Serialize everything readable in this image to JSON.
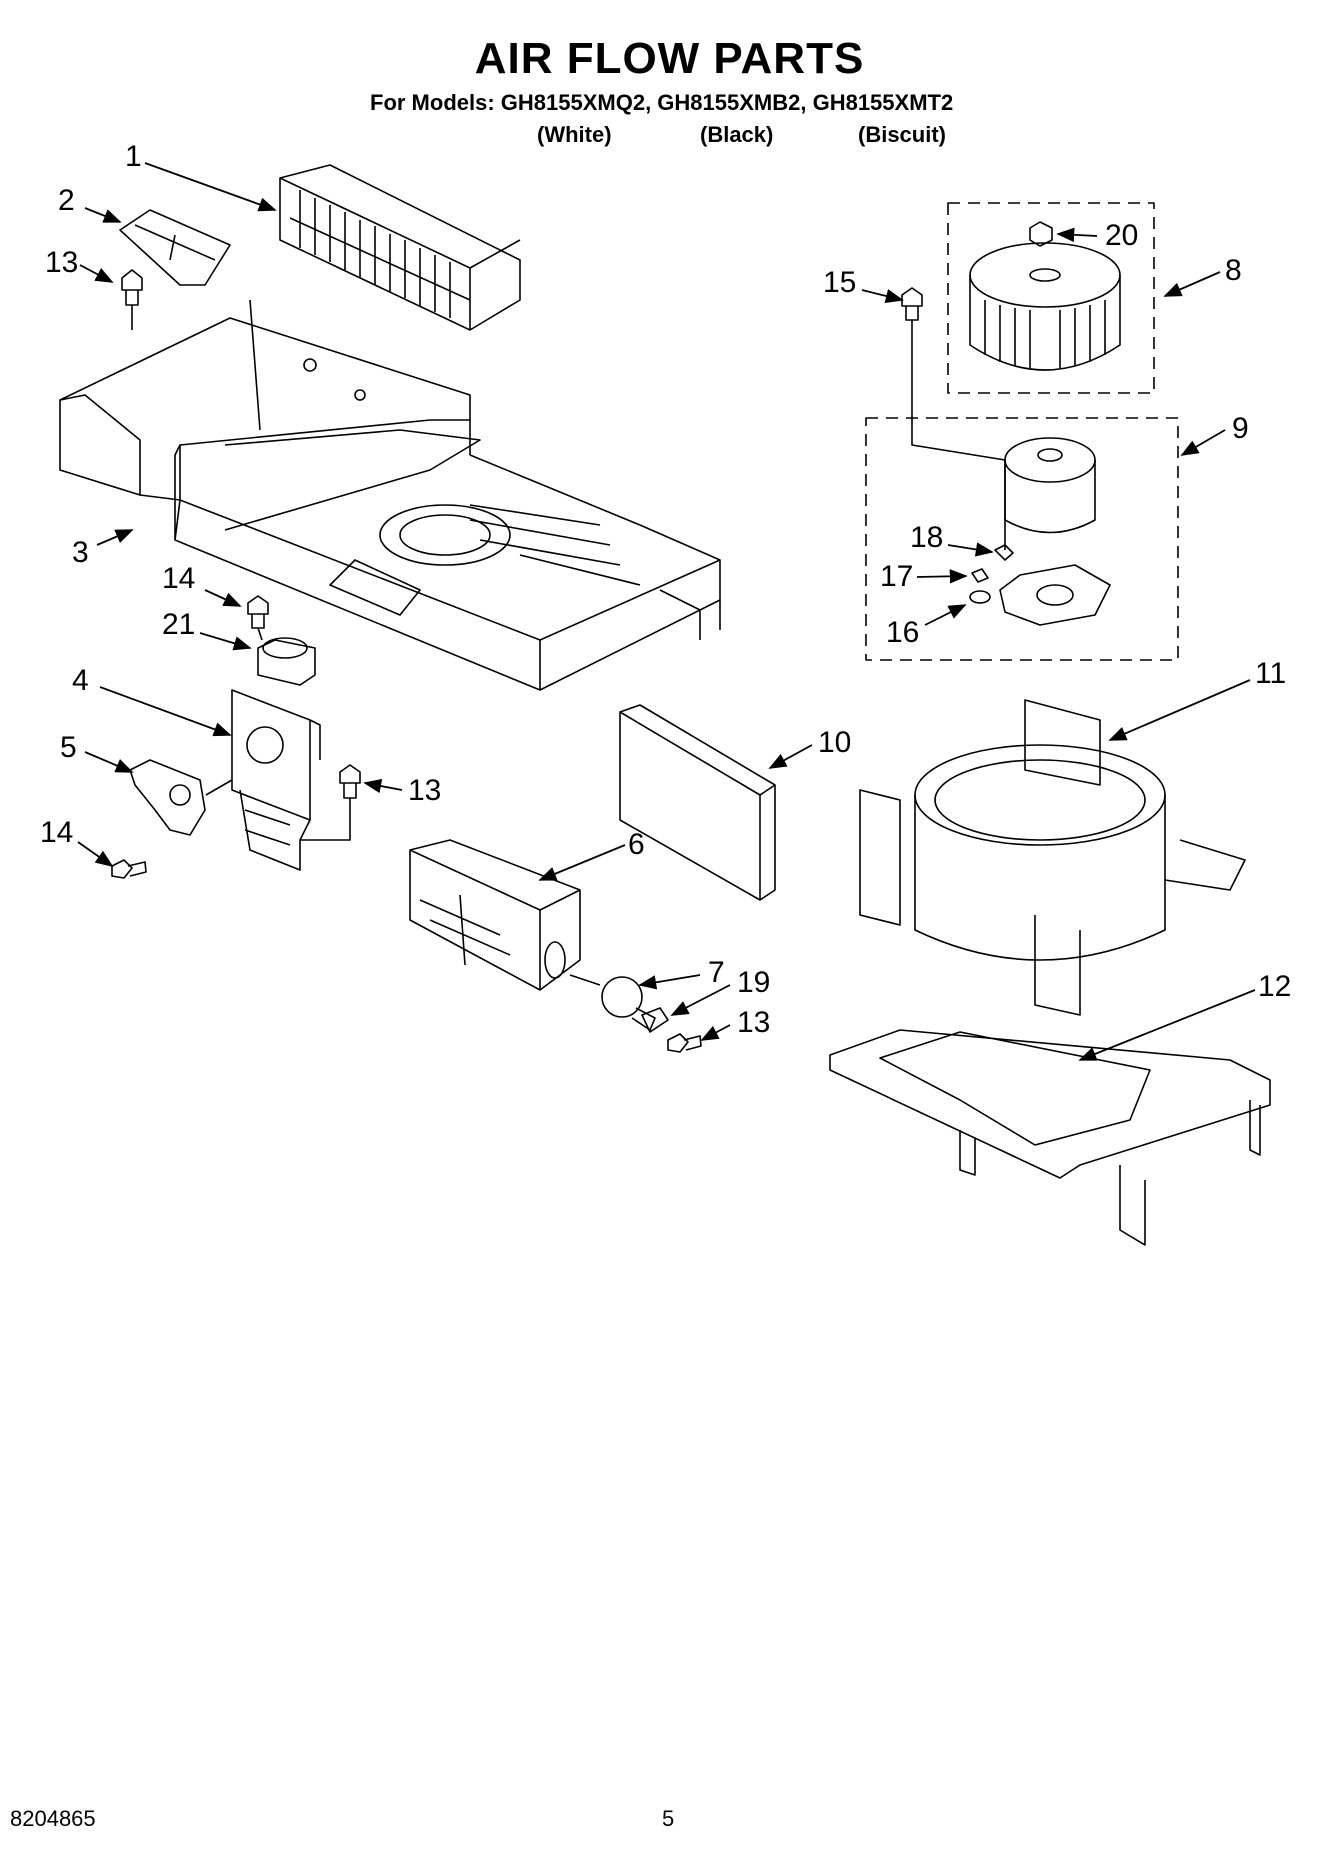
{
  "title": "AIR FLOW PARTS",
  "models_line": "For Models: GH8155XMQ2, GH8155XMB2, GH8155XMT2",
  "colors": [
    "(White)",
    "(Black)",
    "(Biscuit)"
  ],
  "callouts": [
    "1",
    "2",
    "3",
    "4",
    "5",
    "6",
    "7",
    "8",
    "9",
    "10",
    "11",
    "12",
    "13",
    "13",
    "13",
    "14",
    "14",
    "15",
    "16",
    "17",
    "18",
    "19",
    "20",
    "21"
  ],
  "footer": {
    "doc_number": "8204865",
    "page_number": "5"
  }
}
